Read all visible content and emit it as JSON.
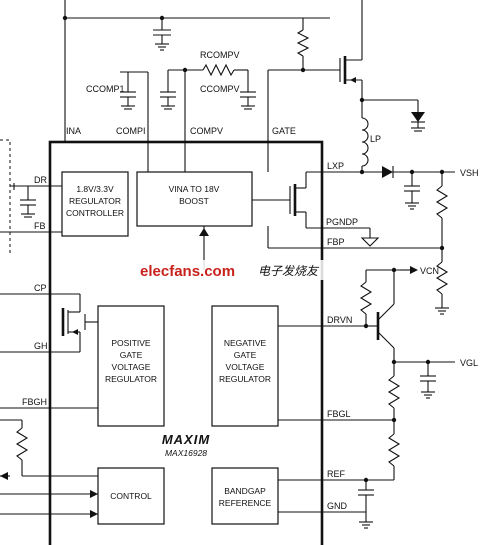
{
  "pins_top": {
    "ina": "INA",
    "compi": "COMPI",
    "compv": "COMPV",
    "gate": "GATE"
  },
  "pins_left": {
    "dr": "DR",
    "fb": "FB",
    "cp": "CP",
    "gh": "GH",
    "fbgh": "FBGH"
  },
  "pins_right": {
    "lxp": "LXP",
    "pgndp": "PGNDP",
    "fbp": "FBP",
    "drvn": "DRVN",
    "fbgl": "FBGL",
    "ref": "REF",
    "gnd": "GND"
  },
  "external": {
    "rcompv": "RCOMPV",
    "ccomp1": "CCOMP1",
    "ccompv": "CCOMPV",
    "lp": "LP",
    "vsh": "VSH",
    "vcn": "VCN",
    "vgl": "VGL"
  },
  "blocks": {
    "regulator_controller": [
      "1.8V/3.3V",
      "REGULATOR",
      "CONTROLLER"
    ],
    "boost": [
      "VINA TO 18V",
      "BOOST"
    ],
    "positive_gate": [
      "POSITIVE",
      "GATE",
      "VOLTAGE",
      "REGULATOR"
    ],
    "negative_gate": [
      "NEGATIVE",
      "GATE",
      "VOLTAGE",
      "REGULATOR"
    ],
    "control": [
      "CONTROL"
    ],
    "bandgap": [
      "BANDGAP",
      "REFERENCE"
    ]
  },
  "logo": {
    "brand": "MAXIM",
    "part": "MAX16928"
  },
  "watermark": {
    "site": "elecfans.com",
    "cn": "电子发烧友"
  }
}
